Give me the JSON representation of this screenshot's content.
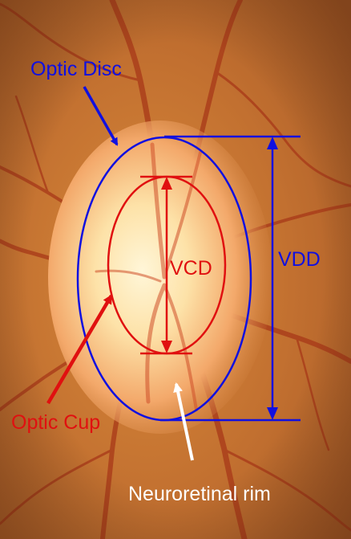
{
  "labels": {
    "optic_disc": "Optic Disc",
    "optic_cup": "Optic Cup",
    "vcd": "VCD",
    "vdd": "VDD",
    "rim": "Neuroretinal rim"
  },
  "colors": {
    "disc": "#1010e0",
    "cup": "#e01010",
    "rim_label": "#ffffff",
    "fundus": "#c8782e",
    "vessel": "#a83818"
  }
}
